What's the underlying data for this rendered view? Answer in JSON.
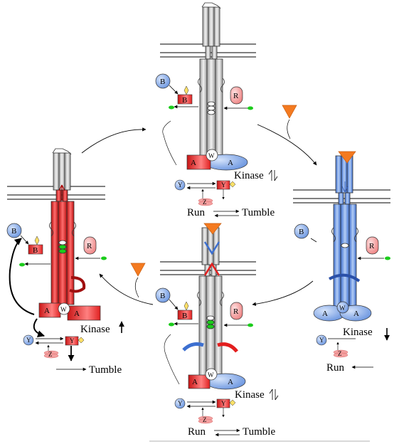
{
  "labels": {
    "B": "B",
    "R": "R",
    "A": "A",
    "W": "W",
    "Y": "Y",
    "Z": "Z",
    "kinase": "Kinase",
    "run": "Run",
    "tumble": "Tumble"
  },
  "colors": {
    "red": "#e31e1e",
    "blue": "#5b8de0",
    "lightBlue": "#9fbff0",
    "pink": "#f4a0a0",
    "orange": "#f47a20",
    "green": "#1bcc1b",
    "grey": "#c8c8c8"
  },
  "states": [
    {
      "id": "top",
      "kinase_arrow": "up-down"
    },
    {
      "id": "right",
      "kinase_arrow": "down"
    },
    {
      "id": "bottom",
      "kinase_arrow": "up-down"
    },
    {
      "id": "left",
      "kinase_arrow": "up"
    }
  ]
}
